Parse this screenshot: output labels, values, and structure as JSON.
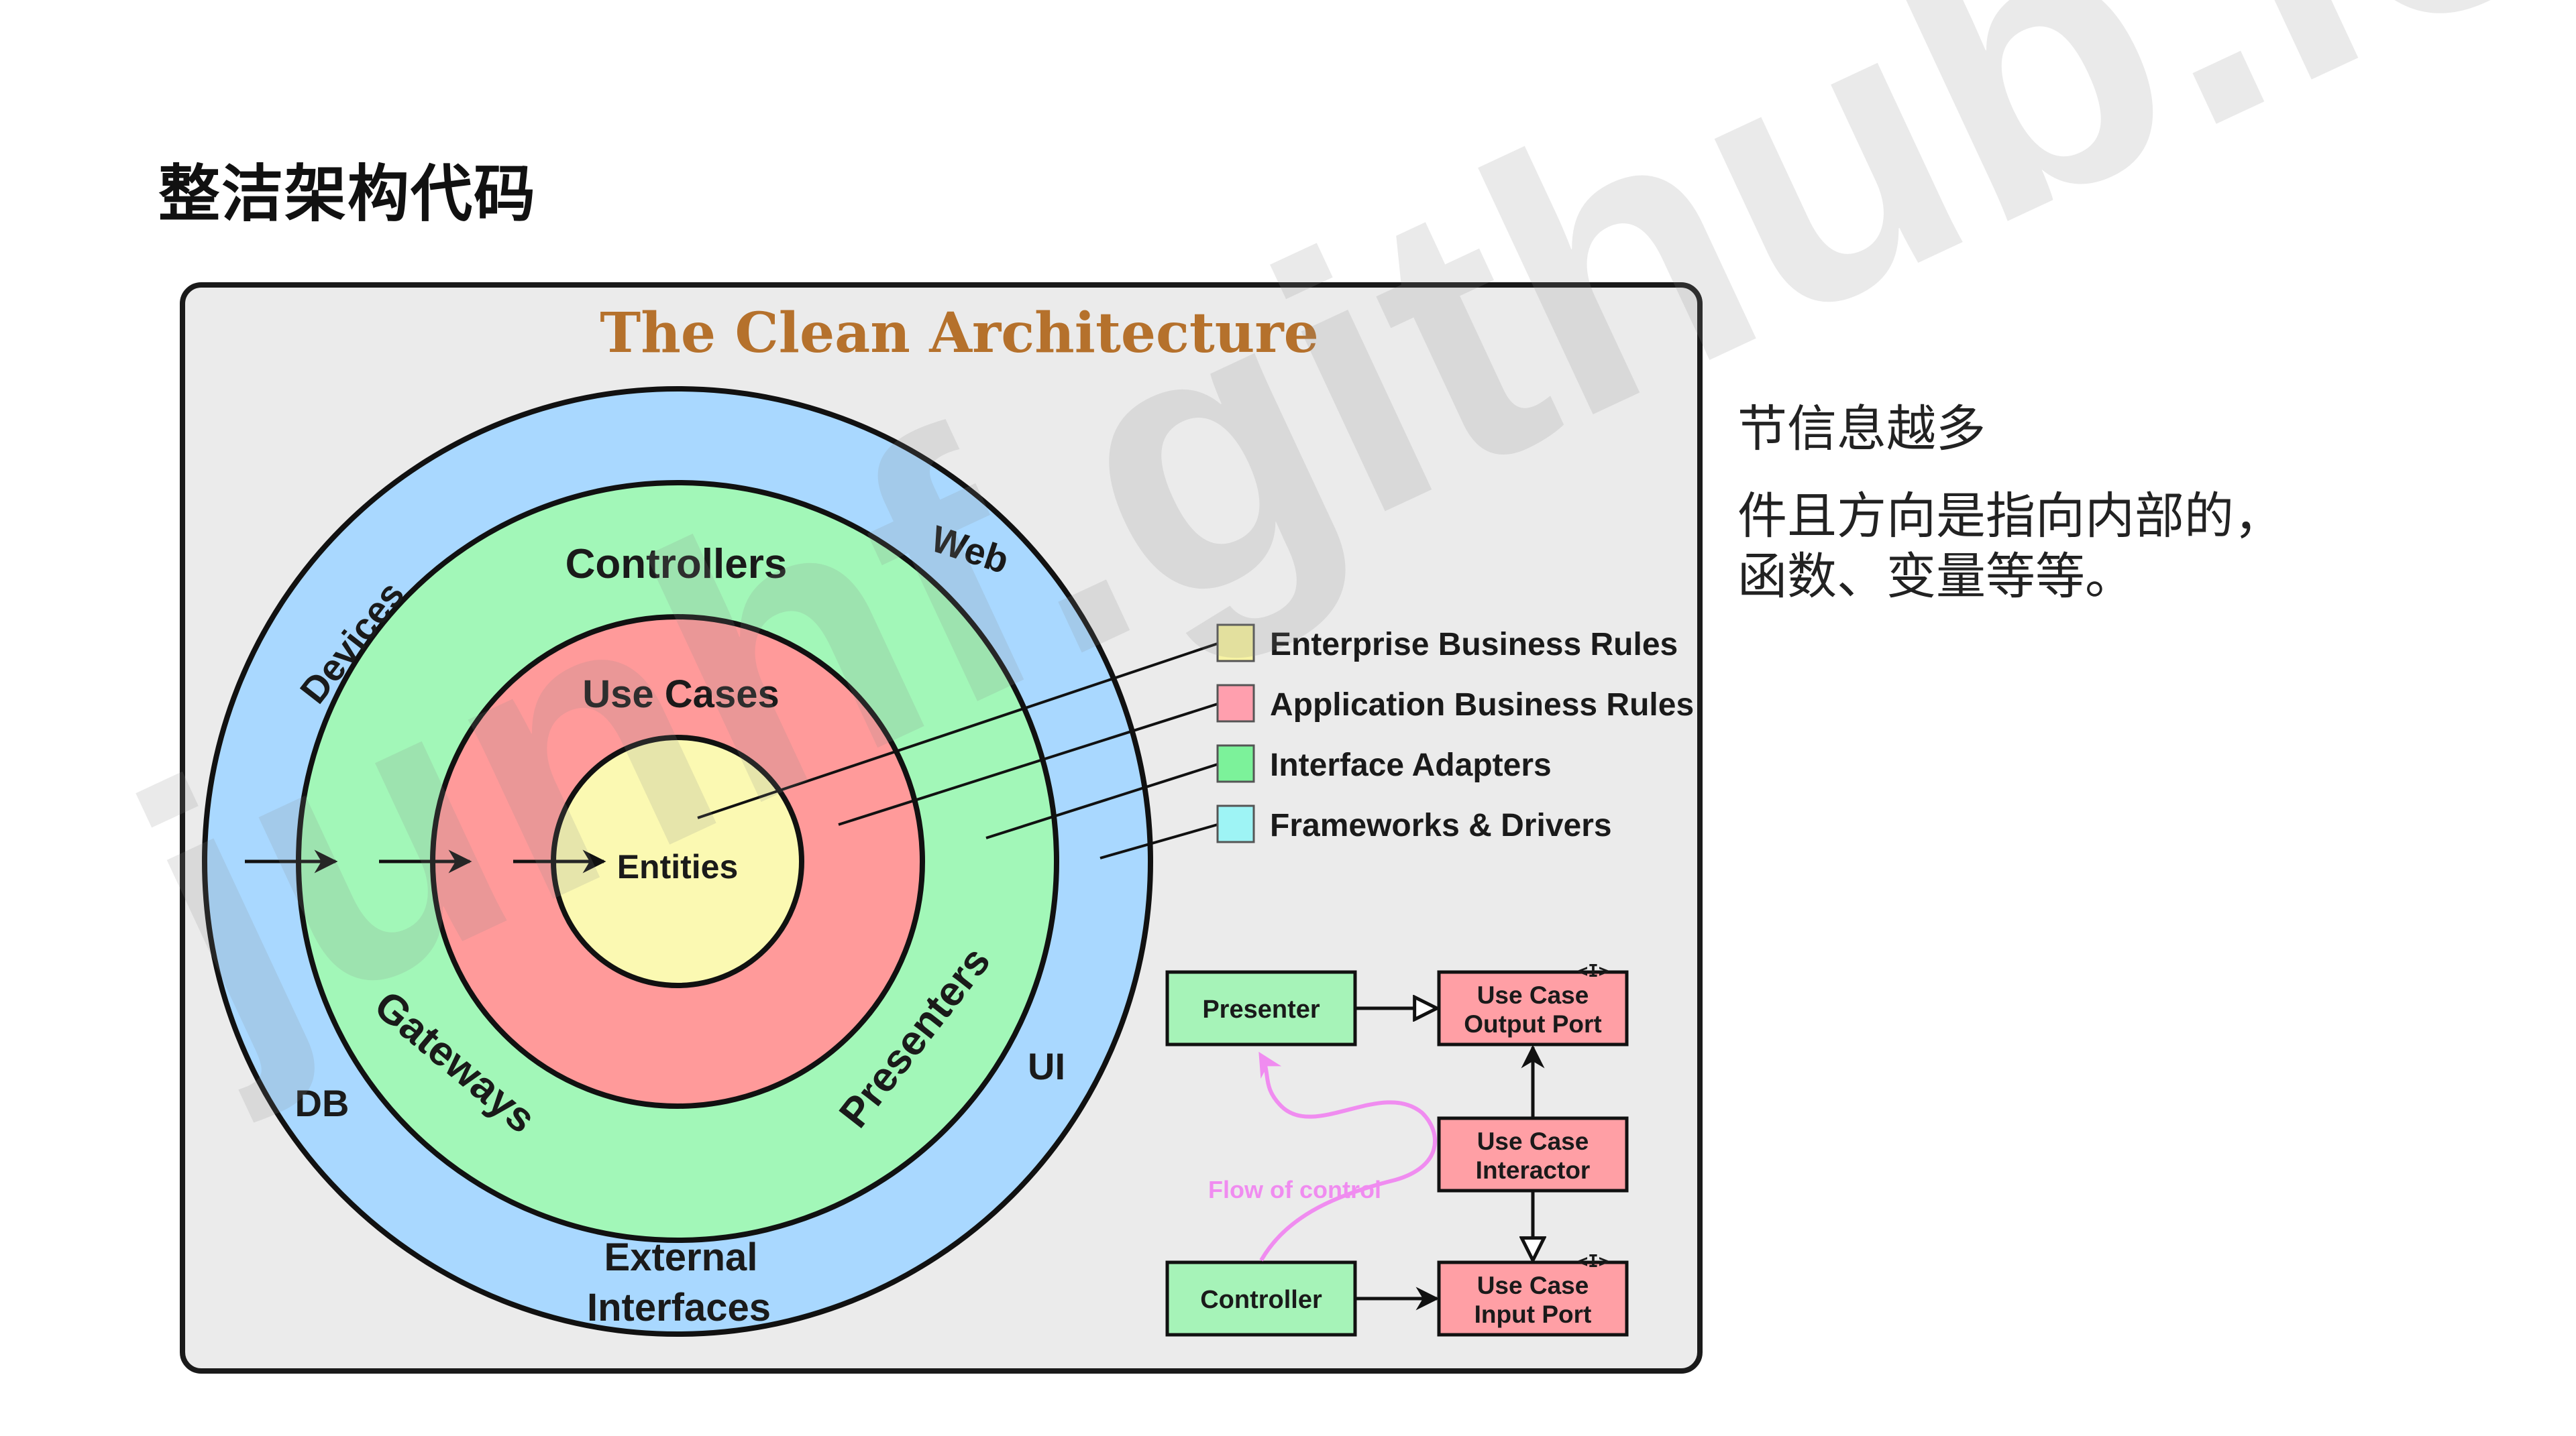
{
  "slide": {
    "title": "整洁架构代码",
    "side_text": {
      "line1": "节信息越多",
      "line2": "件且方向是指向内部的，",
      "line3": "函数、变量等等。"
    },
    "watermark": "junhf.github.io"
  },
  "diagram": {
    "title": "The Clean Architecture",
    "rings": {
      "outer": {
        "labels": [
          "Devices",
          "Web",
          "DB",
          "UI",
          "External",
          "Interfaces"
        ],
        "color": "#a9d8ff"
      },
      "green": {
        "labels": [
          "Controllers",
          "Gateways",
          "Presenters"
        ],
        "color": "#a2f7b8"
      },
      "red": {
        "labels": [
          "Use Cases"
        ],
        "color": "#ff9a9a"
      },
      "core": {
        "labels": [
          "Entities"
        ],
        "color": "#fbf9b2"
      }
    },
    "legend": [
      {
        "label": "Enterprise Business Rules",
        "color": "#f7f3a3"
      },
      {
        "label": "Application Business Rules",
        "color": "#ff9fae"
      },
      {
        "label": "Interface Adapters",
        "color": "#7cf29a"
      },
      {
        "label": "Frameworks & Drivers",
        "color": "#9ef4f5"
      }
    ],
    "flow": {
      "presenter": "Presenter",
      "output_port_1": "Use Case",
      "output_port_2": "Output Port",
      "interactor_1": "Use Case",
      "interactor_2": "Interactor",
      "controller": "Controller",
      "input_port_1": "Use Case",
      "input_port_2": "Input Port",
      "interface_mark": "<I>",
      "flow_of_control": "Flow of control"
    }
  }
}
